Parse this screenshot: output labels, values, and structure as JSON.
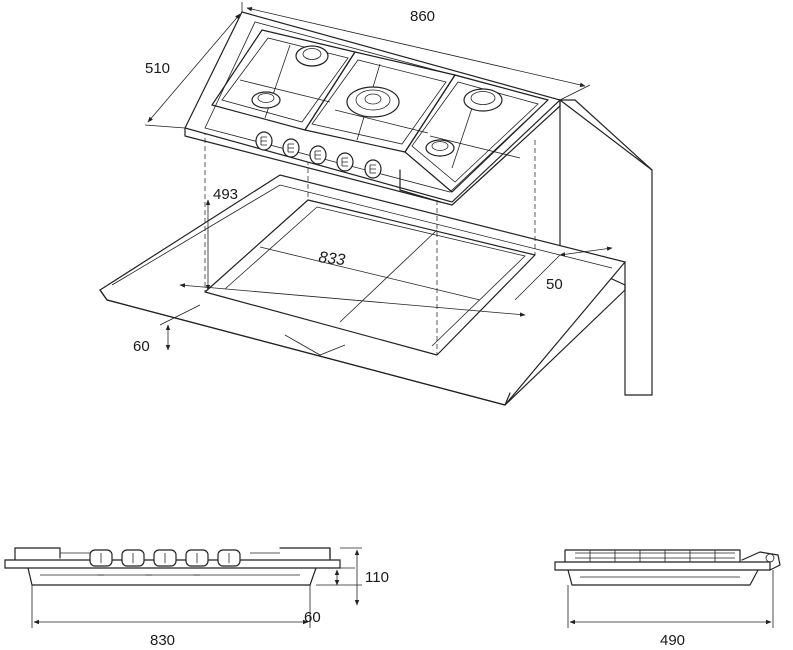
{
  "dimensions": {
    "width_top": "860",
    "depth_top": "510",
    "cutout_depth": "493",
    "cutout_width": "833",
    "min_back_clearance": "50",
    "worktop_thickness": "60",
    "front_width": "830",
    "front_height": "110",
    "front_depth_below": "60",
    "side_depth": "490"
  }
}
